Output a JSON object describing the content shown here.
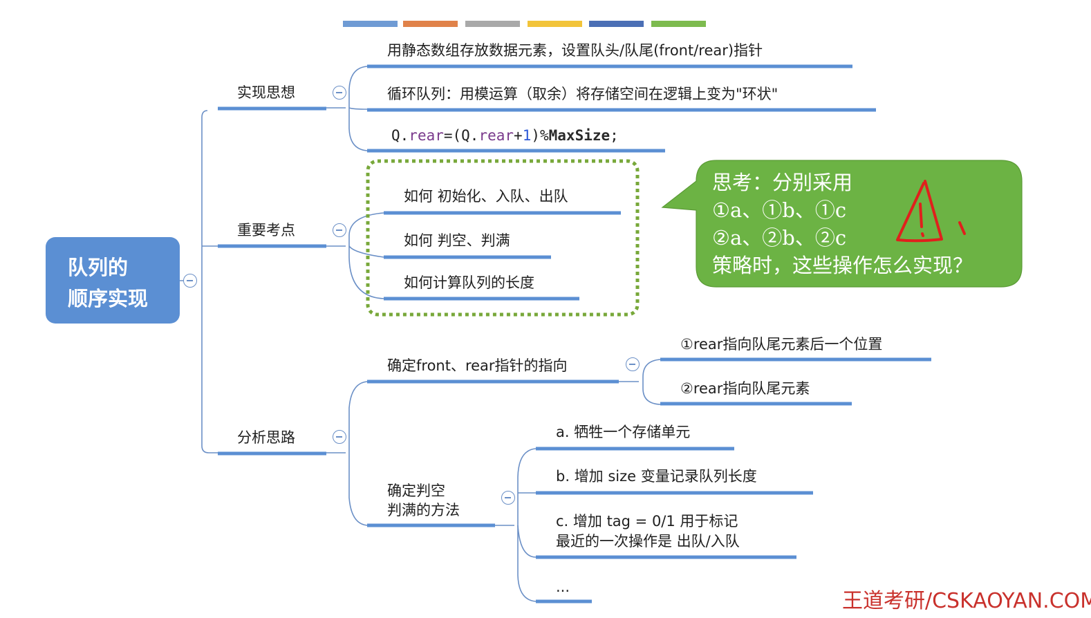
{
  "colors": {
    "strips": [
      "#6f9bd4",
      "#e0824a",
      "#a9a9a9",
      "#f2c43a",
      "#4b6fb5",
      "#7dbb4f"
    ],
    "line": "#6a8fc6",
    "node_underline": "#5b8fd3",
    "bubble": "#6cb344",
    "dashed_box": "#78a83a",
    "warning": "#e0201c",
    "watermark": "#c9312c"
  },
  "root": {
    "line1": "队列的",
    "line2": "顺序实现"
  },
  "branches": {
    "idea": {
      "label": "实现思想",
      "items": [
        "用静态数组存放数据元素，设置队头/队尾(front/rear)指针",
        "循环队列：用模运算（取余）将存储空间在逻辑上变为\"环状\""
      ],
      "code": {
        "t1": "Q.",
        "t2": "rear",
        "t3": "=(Q.",
        "t4": "rear",
        "t5": "+",
        "t6": "1",
        "t7": ")%",
        "t8": "MaxSize",
        "t9": ";"
      }
    },
    "key_points": {
      "label": "重要考点",
      "items": [
        "如何 初始化、入队、出队",
        "如何 判空、判满",
        "如何计算队列的长度"
      ]
    },
    "analysis": {
      "label": "分析思路",
      "pointer": {
        "label": "确定front、rear指针的指向",
        "items": [
          "①rear指向队尾元素后一个位置",
          "②rear指向队尾元素"
        ]
      },
      "empty_full": {
        "label_line1": "确定判空",
        "label_line2": "判满的方法",
        "items": {
          "a": "a. 牺牲一个存储单元",
          "b": "b. 增加 size 变量记录队列长度",
          "c1": "c. 增加 tag = 0/1 用于标记",
          "c2": "最近的一次操作是 出队/入队",
          "more": "..."
        }
      }
    }
  },
  "bubble": {
    "line1": "思考：分别采用",
    "line2": "①a、①b、①c",
    "line3": "②a、②b、②c",
    "line4": "策略时，这些操作怎么实现？"
  },
  "watermark": "王道考研/CSKAOYAN.COM"
}
